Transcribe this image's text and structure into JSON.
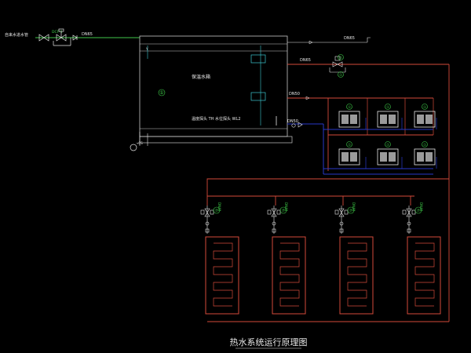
{
  "title": "热水系统运行原理图",
  "inlet_label": "自来水进水管",
  "inlet_dn": "DN65",
  "valve_tag": "DCF-1",
  "tank_label": "保温水箱",
  "tank_note": "温度探头 TH 水位探头 WL2",
  "tank_tag": "①",
  "line_labels": {
    "top_dn65": "DN65",
    "mid_dn65": "DN65",
    "supply_dn50": "DN50",
    "return_dn50": "DN50"
  },
  "heat_pumps": [
    {
      "tag": "①"
    },
    {
      "tag": "①"
    },
    {
      "tag": "①"
    },
    {
      "tag": "①"
    },
    {
      "tag": "①"
    },
    {
      "tag": "①"
    }
  ],
  "radiators": [
    {
      "tag": "⑦",
      "valve": "DN40"
    },
    {
      "tag": "⑦",
      "valve": "DN40"
    },
    {
      "tag": "⑦",
      "valve": "DN40"
    },
    {
      "tag": "⑦",
      "valve": "DN40"
    }
  ],
  "colors": {
    "background": "#000000",
    "tank": "#c8c8c8",
    "hot_pipe": "#d44a3a",
    "return_pipe": "#2838c8",
    "inlet_pipe": "#3fc64a",
    "label_white": "#e8e8e8",
    "tag_green": "#3fd04a",
    "cyan": "#3cc8d0"
  }
}
